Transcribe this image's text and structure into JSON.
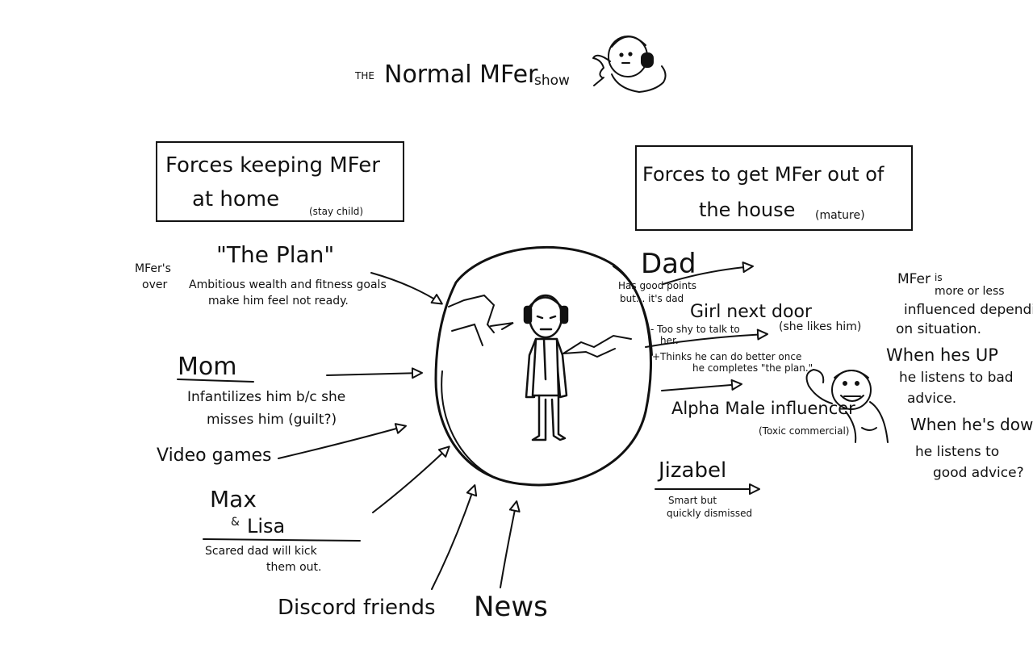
{
  "title": {
    "prefix": "THE",
    "main": "Normal MFer",
    "suffix": "show"
  },
  "left_box": {
    "line1": "Forces keeping MFer",
    "line2": "at home",
    "note": "(stay child)"
  },
  "right_box": {
    "line1": "Forces to get MFer out of",
    "line2": "the house",
    "note": "(mature)"
  },
  "left_forces": {
    "plan": {
      "heading": "\"The Plan\"",
      "prefix1": "MFer's",
      "prefix2": "over",
      "line1": "Ambitious wealth and fitness goals",
      "line2": "make him feel not ready."
    },
    "mom": {
      "heading": "Mom",
      "line1": "Infantilizes him b/c she",
      "line2": "misses him (guilt?)"
    },
    "video_games": {
      "label": "Video games"
    },
    "max_lisa": {
      "name1": "Max",
      "amp": "&",
      "name2": "Lisa",
      "line1": "Scared dad will kick",
      "line2": "them out."
    },
    "discord": {
      "label": "Discord friends"
    },
    "news": {
      "label": "News"
    }
  },
  "right_forces": {
    "dad": {
      "heading": "Dad",
      "line1": "Has good points",
      "line2": "but... it's dad"
    },
    "girl": {
      "heading": "Girl next door",
      "note": "(she likes him)",
      "line1": "- Too shy to talk to",
      "line2": "her.",
      "line3": "+Thinks he can do better once",
      "line4": "he completes \"the plan.\""
    },
    "alpha": {
      "heading": "Alpha Male influencer",
      "note": "(Toxic commercial)"
    },
    "jizabel": {
      "heading": "Jizabel",
      "line1": "Smart but",
      "line2": "quickly dismissed"
    }
  },
  "side_note": {
    "l1a": "MFer",
    "l1b": "is",
    "l2": "more or less",
    "l3": "influenced depending",
    "l4": "on situation.",
    "l5": "When hes UP",
    "l6": "he listens to bad",
    "l7": "advice.",
    "l8": "When he's down",
    "l9": "he listens to",
    "l10": "good advice?"
  },
  "icons": [
    "podcast-host-headphones-icon",
    "mfer-stick-figure-icon",
    "muscle-influencer-icon"
  ],
  "colors": {
    "ink": "#111111",
    "paper": "#ffffff"
  }
}
